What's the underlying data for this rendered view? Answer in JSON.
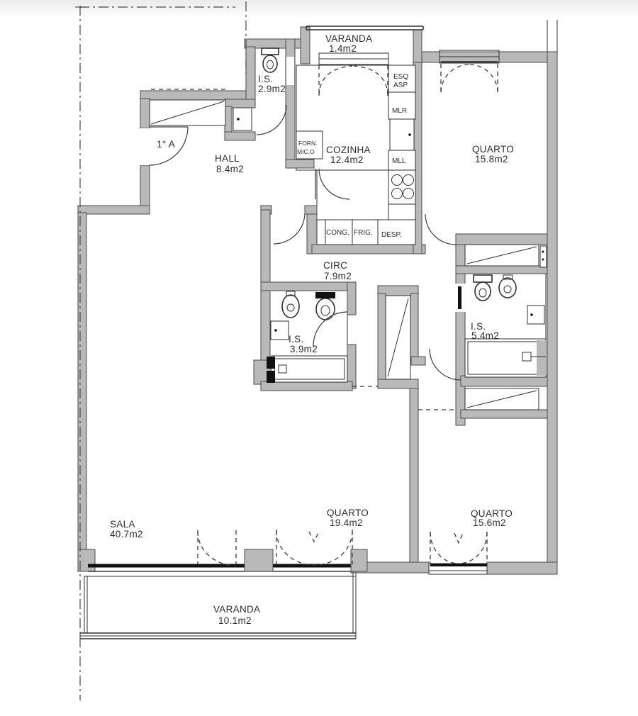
{
  "unit_label": "1° A",
  "rooms": [
    {
      "id": "varanda-top",
      "name": "VARANDA",
      "area": "1.4m2"
    },
    {
      "id": "is-29",
      "name": "I.S.",
      "area": "2.9m2"
    },
    {
      "id": "quarto-158",
      "name": "QUARTO",
      "area": "15.8m2"
    },
    {
      "id": "hall",
      "name": "HALL",
      "area": "8.4m2"
    },
    {
      "id": "cozinha",
      "name": "COZINHA",
      "area": "12.4m2"
    },
    {
      "id": "circ",
      "name": "CIRC",
      "area": "7.9m2"
    },
    {
      "id": "is-39",
      "name": "I.S.",
      "area": "3.9m2"
    },
    {
      "id": "is-54",
      "name": "I.S.",
      "area": "5.4m2"
    },
    {
      "id": "sala",
      "name": "SALA",
      "area": "40.7m2"
    },
    {
      "id": "quarto-194",
      "name": "QUARTO",
      "area": "19.4m2"
    },
    {
      "id": "quarto-156",
      "name": "QUARTO",
      "area": "15.6m2"
    },
    {
      "id": "varanda-bottom",
      "name": "VARANDA",
      "area": "10.1m2"
    }
  ],
  "kitchen": {
    "labels": {
      "esq": "ESQ",
      "asp": "ASP",
      "mlr": "MLR",
      "mll": "MLL",
      "desp": "DESP.",
      "cong": "CONG.",
      "frig": "FRIG.",
      "forn": "FORN.",
      "mico": "MIC.O"
    }
  },
  "colors": {
    "wall": "#b9b9b9",
    "line": "#2f2f2f",
    "tile": "#8f8f8f",
    "background": "#ffffff"
  }
}
